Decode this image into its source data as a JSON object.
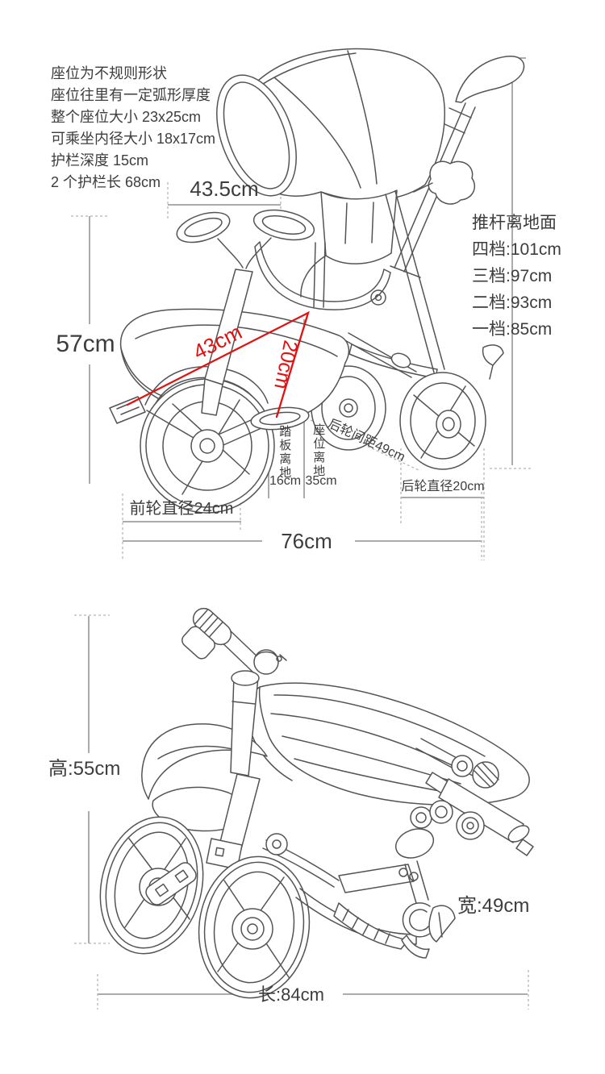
{
  "colors": {
    "background": "#ffffff",
    "line_art": "#545454",
    "dimension_line": "#909090",
    "dashed_line": "#b5b5b5",
    "text": "#3d3d3d",
    "accent_red": "#e01212"
  },
  "top_diagram": {
    "notes": [
      "座位为不规则形状",
      "座位往里有一定弧形厚度",
      "整个座位大小 23x25cm",
      "可乘坐内径大小 18x17cm",
      "护栏深度 15cm",
      "2 个护栏长 68cm"
    ],
    "seat_width_top": "43.5cm",
    "height_left": "57cm",
    "push_bar": {
      "title": "推杆离地面",
      "levels": [
        "四档:101cm",
        "三档:97cm",
        "二档:93cm",
        "一档:85cm"
      ]
    },
    "red_diagonal": "43cm",
    "red_vertical": "20cm",
    "pedal_ground": {
      "label": "踏板离地",
      "value": "16cm"
    },
    "seat_ground": {
      "label": "座位离地",
      "value": "35cm"
    },
    "rear_track": "后轮间距49cm",
    "rear_wheel_diameter": "后轮直径20cm",
    "front_wheel_diameter": "前轮直径24cm",
    "total_length": "76cm"
  },
  "folded_diagram": {
    "height": "高:55cm",
    "width": "宽:49cm",
    "length": "长:84cm"
  }
}
